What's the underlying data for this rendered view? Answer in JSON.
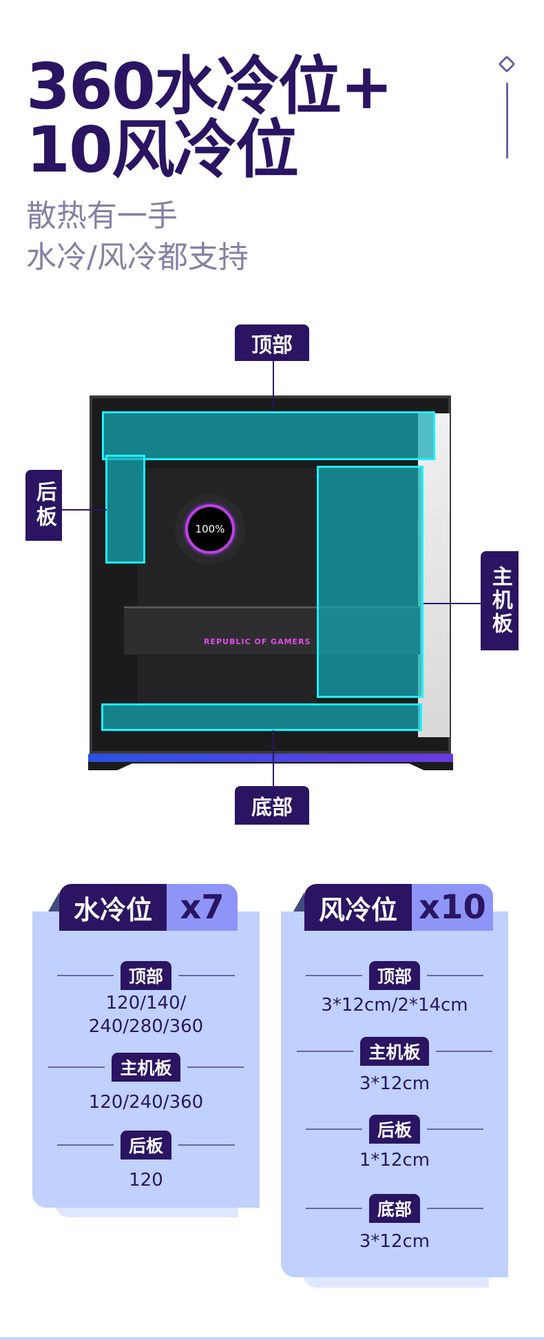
{
  "header": {
    "title_line1": "360水冷位+",
    "title_line2": "10风冷位",
    "subtitle_line1": "散热有一手",
    "subtitle_line2": "水冷/风冷都支持"
  },
  "diagram": {
    "pump_display": "100%",
    "gpu_brand": "REPUBLIC OF GAMERS",
    "labels": {
      "top": "顶部",
      "rear": "后板",
      "motherboard": "主机板",
      "bottom": "底部"
    },
    "zone_color": "#1ef0ff"
  },
  "water_card": {
    "title": "水冷位",
    "count": "x7",
    "items": [
      {
        "label": "顶部",
        "value_line1": "120/140/",
        "value_line2": "240/280/360"
      },
      {
        "label": "主机板",
        "value": "120/240/360"
      },
      {
        "label": "后板",
        "value": "120"
      }
    ]
  },
  "air_card": {
    "title": "风冷位",
    "count": "x10",
    "items": [
      {
        "label": "顶部",
        "value": "3*12cm/2*14cm"
      },
      {
        "label": "主机板",
        "value": "3*12cm"
      },
      {
        "label": "后板",
        "value": "1*12cm"
      },
      {
        "label": "底部",
        "value": "3*12cm"
      }
    ]
  },
  "colors": {
    "primary": "#2b1462",
    "accent": "#8d95f7",
    "card": "#bfd1fc"
  }
}
